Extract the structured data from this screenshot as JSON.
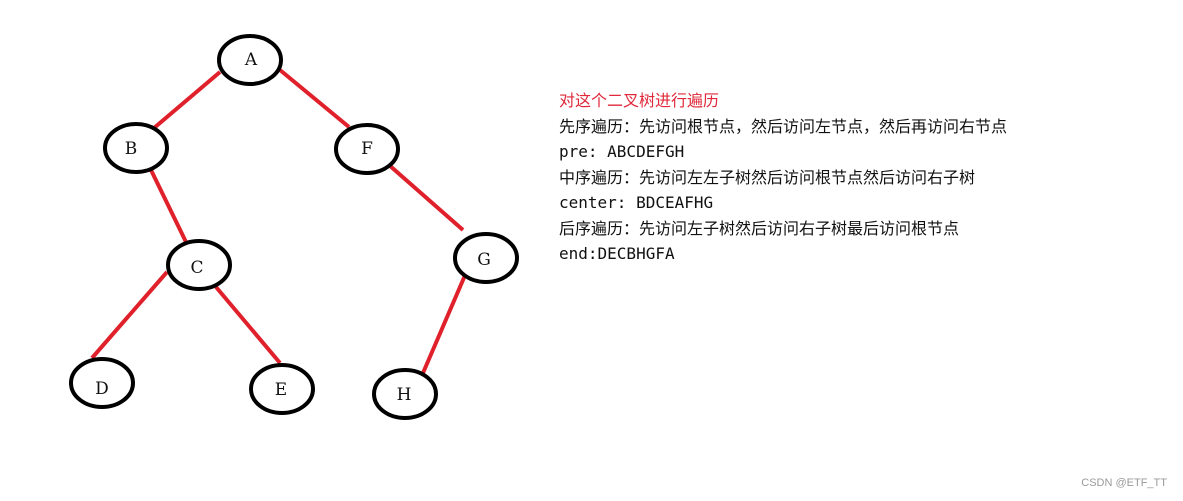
{
  "tree": {
    "nodes": [
      {
        "id": "A",
        "label": "A"
      },
      {
        "id": "B",
        "label": "B"
      },
      {
        "id": "F",
        "label": "F"
      },
      {
        "id": "C",
        "label": "C"
      },
      {
        "id": "G",
        "label": "G"
      },
      {
        "id": "D",
        "label": "D"
      },
      {
        "id": "E",
        "label": "E"
      },
      {
        "id": "H",
        "label": "H"
      }
    ],
    "edges": [
      {
        "from": "A",
        "to": "B"
      },
      {
        "from": "A",
        "to": "F"
      },
      {
        "from": "B",
        "to": "C"
      },
      {
        "from": "F",
        "to": "G"
      },
      {
        "from": "C",
        "to": "D"
      },
      {
        "from": "C",
        "to": "E"
      },
      {
        "from": "G",
        "to": "H"
      }
    ],
    "colors": {
      "edge": "#e0202a",
      "node_outline": "#000000"
    }
  },
  "notes": {
    "title": "对这个二叉树进行遍历",
    "preorder_desc": "先序遍历：先访问根节点，然后访问左节点，然后再访问右节点",
    "preorder_result": "pre: ABCDEFGH",
    "inorder_desc": "中序遍历：先访问左左子树然后访问根节点然后访问右子树",
    "inorder_result": "center: BDCEAFHG",
    "postorder_desc": "后序遍历：先访问左子树然后访问右子树最后访问根节点",
    "postorder_result": "end:DECBHGFA",
    "title_color": "#e0283a"
  },
  "watermark": "CSDN @ETF_TT"
}
